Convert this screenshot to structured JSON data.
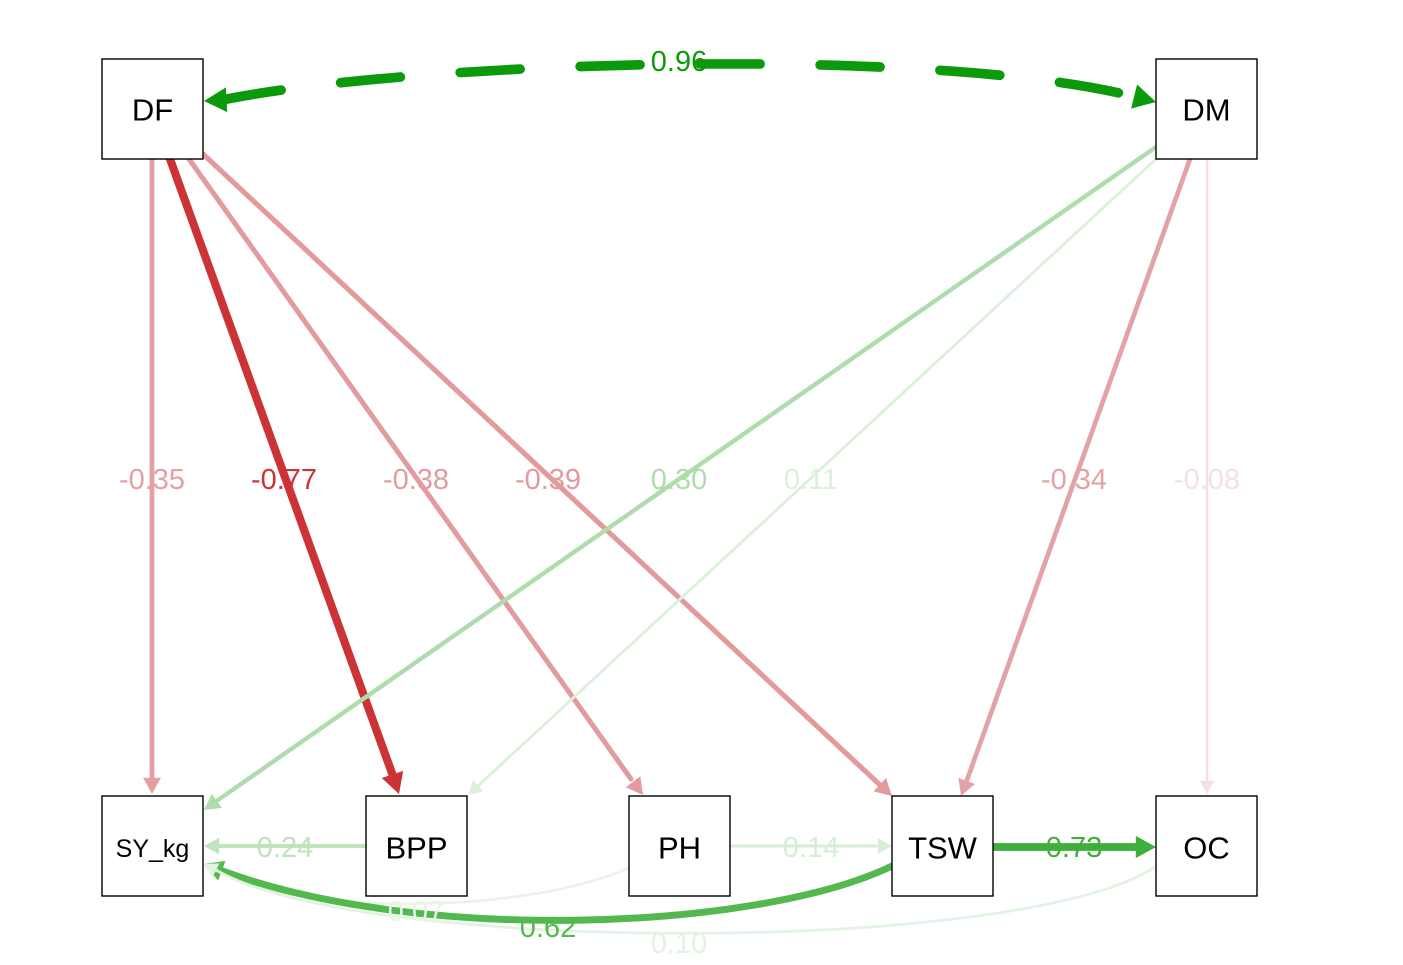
{
  "nodes": [
    {
      "id": "DF",
      "label": "DF"
    },
    {
      "id": "DM",
      "label": "DM"
    },
    {
      "id": "SY_kg",
      "label": "SY_kg"
    },
    {
      "id": "BPP",
      "label": "BPP"
    },
    {
      "id": "PH",
      "label": "PH"
    },
    {
      "id": "TSW",
      "label": "TSW"
    },
    {
      "id": "OC",
      "label": "OC"
    }
  ],
  "edges": [
    {
      "id": "df-sy",
      "from": "DF",
      "to": "SY_kg",
      "label": "-0.35",
      "value": -0.35,
      "color": "#e3a1a4"
    },
    {
      "id": "df-bpp",
      "from": "DF",
      "to": "BPP",
      "label": "-0.77",
      "value": -0.77,
      "color": "#cc3337"
    },
    {
      "id": "df-ph",
      "from": "DF",
      "to": "PH",
      "label": "-0.38",
      "value": -0.38,
      "color": "#e29b9e"
    },
    {
      "id": "df-tsw",
      "from": "DF",
      "to": "TSW",
      "label": "-0.39",
      "value": -0.39,
      "color": "#e29a9d"
    },
    {
      "id": "dm-sy",
      "from": "DM",
      "to": "SY_kg",
      "label": "0.30",
      "value": 0.3,
      "color": "#aedcaa"
    },
    {
      "id": "dm-bpp",
      "from": "DM",
      "to": "BPP",
      "label": "0.11",
      "value": 0.11,
      "color": "#dcf1da"
    },
    {
      "id": "dm-tsw",
      "from": "DM",
      "to": "TSW",
      "label": "-0.34",
      "value": -0.34,
      "color": "#e3a3a6"
    },
    {
      "id": "dm-oc",
      "from": "DM",
      "to": "OC",
      "label": "-0.08",
      "value": -0.08,
      "color": "#f6e1e2"
    },
    {
      "id": "bpp-sy",
      "from": "BPP",
      "to": "SY_kg",
      "label": "0.24",
      "value": 0.24,
      "color": "#bfe3bb"
    },
    {
      "id": "ph-tsw",
      "from": "PH",
      "to": "TSW",
      "label": "0.14",
      "value": 0.14,
      "color": "#d6eed3"
    },
    {
      "id": "tsw-oc",
      "from": "TSW",
      "to": "OC",
      "label": "0.73",
      "value": 0.73,
      "color": "#3eaf3b"
    },
    {
      "id": "ph-sy",
      "from": "PH",
      "to": "SY_kg",
      "label": "0.07",
      "value": 0.07,
      "color": "#e8f5e6"
    },
    {
      "id": "tsw-sy",
      "from": "TSW",
      "to": "SY_kg",
      "label": "0.62",
      "value": 0.62,
      "color": "#53b94f"
    },
    {
      "id": "oc-sy",
      "from": "OC",
      "to": "SY_kg",
      "label": "0.10",
      "value": 0.1,
      "color": "#e3f3e1"
    },
    {
      "id": "df-dm",
      "from": "DF",
      "to": "DM",
      "label": "0.96",
      "value": 0.96,
      "color": "#0b9a0b",
      "style": "dashed",
      "bidirectional": true
    }
  ]
}
